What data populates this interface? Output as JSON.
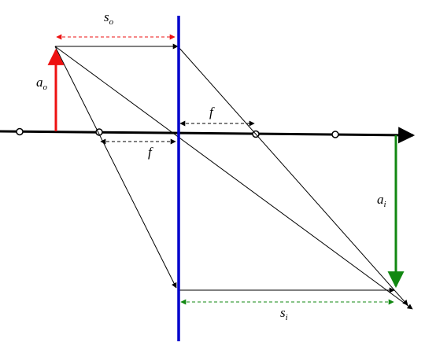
{
  "labels": {
    "object_distance": {
      "main": "s",
      "sub": "o"
    },
    "object_height": {
      "main": "a",
      "sub": "o"
    },
    "focal_right": "f",
    "focal_left": "f",
    "image_height": {
      "main": "a",
      "sub": "i"
    },
    "image_distance": {
      "main": "s",
      "sub": "i"
    }
  },
  "colors": {
    "axis": "#000000",
    "lens": "#0000cc",
    "object": "#ee1111",
    "image": "#118811",
    "object_distance_arrow": "#ee1111",
    "image_distance_arrow": "#118811"
  }
}
